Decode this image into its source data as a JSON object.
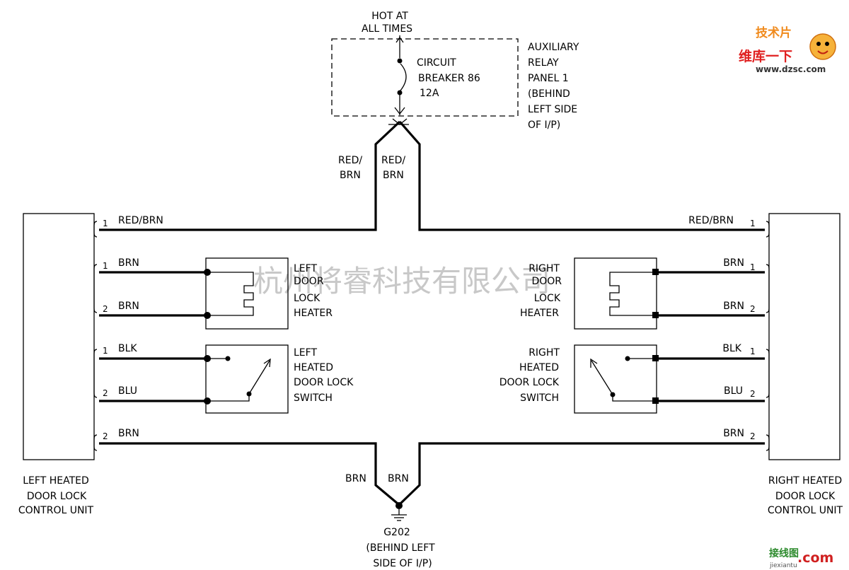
{
  "power": {
    "hot_line1": "HOT AT",
    "hot_line2": "ALL TIMES",
    "breaker_line1": "CIRCUIT",
    "breaker_line2": "BREAKER 86",
    "breaker_line3": "12A",
    "panel_lines": [
      "AUXILIARY",
      "RELAY",
      "PANEL 1",
      "(BEHIND",
      "LEFT SIDE",
      "OF I/P)"
    ]
  },
  "feed_wires": {
    "left_line1": "RED/",
    "left_line2": "BRN",
    "right_line1": "RED/",
    "right_line2": "BRN"
  },
  "left_unit": {
    "name_lines": [
      "LEFT HEATED",
      "DOOR LOCK",
      "CONTROL UNIT"
    ],
    "wires": [
      {
        "pin": "1",
        "color": "RED/BRN"
      },
      {
        "pin": "1",
        "color": "BRN"
      },
      {
        "pin": "2",
        "color": "BRN"
      },
      {
        "pin": "1",
        "color": "BLK"
      },
      {
        "pin": "2",
        "color": "BLU"
      },
      {
        "pin": "2",
        "color": "BRN"
      }
    ]
  },
  "right_unit": {
    "name_lines": [
      "RIGHT HEATED",
      "DOOR LOCK",
      "CONTROL UNIT"
    ],
    "wires": [
      {
        "pin": "1",
        "color": "RED/BRN"
      },
      {
        "pin": "1",
        "color": "BRN"
      },
      {
        "pin": "2",
        "color": "BRN"
      },
      {
        "pin": "1",
        "color": "BLK"
      },
      {
        "pin": "2",
        "color": "BLU"
      },
      {
        "pin": "2",
        "color": "BRN"
      }
    ]
  },
  "components": {
    "left_heater": [
      "LEFT",
      "DOOR",
      "LOCK",
      "HEATER"
    ],
    "right_heater": [
      "RIGHT",
      "DOOR",
      "LOCK",
      "HEATER"
    ],
    "left_switch": [
      "LEFT",
      "HEATED",
      "DOOR LOCK",
      "SWITCH"
    ],
    "right_switch": [
      "RIGHT",
      "HEATED",
      "DOOR LOCK",
      "SWITCH"
    ]
  },
  "ground": {
    "wire_left": "BRN",
    "wire_right": "BRN",
    "name": "G202",
    "loc_line1": "(BEHIND LEFT",
    "loc_line2": "SIDE OF I/P)"
  },
  "watermark": "杭州将睿科技有限公司",
  "logo": {
    "top": "技术片",
    "middle": "维库一下",
    "url": "www.dzsc.com"
  },
  "footer_logo": {
    "cn": "接线图",
    "com": ".com",
    "sub": "jiexiantu"
  },
  "colors": {
    "wire": "#000000",
    "logo_orange": "#f08a1c",
    "logo_red": "#e02020",
    "footer_green": "#2c8a2c",
    "footer_red": "#d02020"
  }
}
